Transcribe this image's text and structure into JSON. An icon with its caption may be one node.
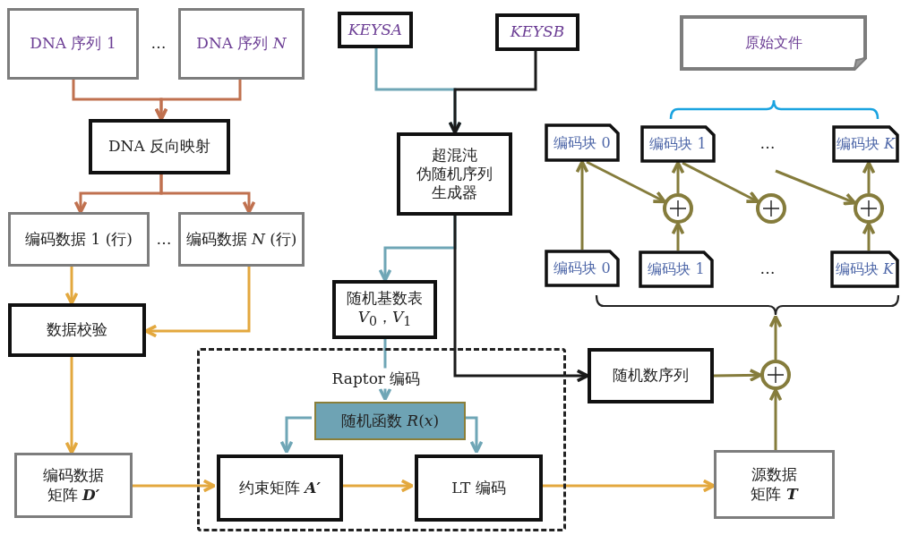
{
  "diagram": {
    "nodes": [
      {
        "text": [
          "DNA 序列 1"
        ]
      },
      {
        "text": [
          "DNA 序列 *N*"
        ]
      },
      {
        "text": [
          "DNA 反向映射"
        ]
      },
      {
        "text": [
          "编码数据 1 (行)"
        ]
      },
      {
        "text": [
          "编码数据 *N* (行)"
        ]
      },
      {
        "text": [
          "数据校验"
        ]
      },
      {
        "text": [
          "编码数据矩阵 **D′**"
        ]
      },
      {
        "text": [
          "KEYSA"
        ]
      },
      {
        "text": [
          "KEYSB"
        ]
      },
      {
        "text": [
          "超混沌伪随机序列生成器"
        ]
      },
      {
        "text": [
          "随机基数表 *V*$_{0}$，*V*$_{1}$"
        ]
      },
      {
        "text": [],
        "shape": "box"
      },
      {
        "text": [
          "随机函数 *R*(*x*)"
        ],
        "in": 11
      },
      {
        "text": [
          "约束矩阵 **A′**"
        ],
        "in": 11
      },
      {
        "text": [
          "LT 编码"
        ],
        "in": 11
      },
      {
        "text": [
          "随机数序列"
        ]
      },
      {
        "text": [
          "源数据矩阵 **T**"
        ]
      },
      {
        "text": [
          "原始文件"
        ]
      },
      {
        "text": [
          "编码块 0"
        ]
      },
      {
        "text": [
          "编码块 1"
        ]
      },
      {
        "text": [
          "编码块 *K*"
        ]
      },
      {
        "text": [],
        "shape": "circle"
      },
      {
        "text": [],
        "shape": "circle"
      },
      {
        "text": [],
        "shape": "circle"
      },
      {
        "text": [
          "编码块 0"
        ]
      },
      {
        "text": [
          "编码块 1"
        ]
      },
      {
        "text": [
          "编码块 *K*"
        ]
      },
      {
        "text": [],
        "shape": "circle"
      },
      {
        "text": [],
        "shape": "brace"
      }
    ],
    "edges": [
      {
        "from": 0,
        "to": 2,
        "arrow": "to",
        "color": "#c0714f"
      },
      {
        "from": 1,
        "to": 2,
        "arrow": "to",
        "color": "#c0714f"
      },
      {
        "from": 2,
        "to": 3,
        "arrow": "to",
        "color": "#c0714f"
      },
      {
        "from": 2,
        "to": 4,
        "arrow": "to",
        "color": "#c0714f"
      },
      {
        "from": 3,
        "to": 5,
        "arrow": "to",
        "color": "#e3a83e"
      },
      {
        "from": 4,
        "to": 5,
        "arrow": "to",
        "color": "#e3a83e"
      },
      {
        "from": 5,
        "to": 6,
        "arrow": "to",
        "color": "#e3a83e"
      },
      {
        "from": 6,
        "to": 13,
        "arrow": "to",
        "color": "#e3a83e"
      },
      {
        "from": 13,
        "to": 14,
        "arrow": "to",
        "color": "#e3a83e"
      },
      {
        "from": 14,
        "to": 16,
        "arrow": "to",
        "color": "#e3a83e"
      },
      {
        "from": 7,
        "to": 9,
        "arrow": "to",
        "color": "#6fa6b6"
      },
      {
        "from": 8,
        "to": 9,
        "arrow": "to",
        "color": "#1a1a1a"
      },
      {
        "from": 9,
        "to": 10,
        "arrow": "to",
        "color": "#6fa6b6"
      },
      {
        "from": 9,
        "to": 15,
        "arrow": "to",
        "color": "#1a1a1a"
      },
      {
        "from": 10,
        "to": 12,
        "arrow": "to",
        "label": "Raptor 编码",
        "color": "#6fa6b6"
      },
      {
        "from": 12,
        "to": 13,
        "arrow": "to",
        "color": "#6fa6b6"
      },
      {
        "from": 12,
        "to": 14,
        "arrow": "to",
        "color": "#6fa6b6"
      },
      {
        "from": 24,
        "to": 18,
        "arrow": "to"
      },
      {
        "from": 18,
        "to": 21,
        "arrow": "to"
      },
      {
        "from": 25,
        "to": 21,
        "arrow": "to"
      },
      {
        "from": 21,
        "to": 19,
        "arrow": "to"
      },
      {
        "from": 19,
        "to": 22,
        "arrow": "to"
      },
      {
        "from": null,
        "to": 23,
        "arrow": "to"
      },
      {
        "from": 26,
        "to": 23,
        "arrow": "to"
      },
      {
        "from": 23,
        "to": 20,
        "arrow": "to"
      },
      {
        "from": 15,
        "to": 27,
        "arrow": "to"
      },
      {
        "from": 16,
        "to": 27,
        "arrow": "to"
      },
      {
        "from": 27,
        "to": 28,
        "arrow": "to"
      }
    ],
    "labels": [
      "…",
      "…",
      "…",
      "…"
    ]
  }
}
